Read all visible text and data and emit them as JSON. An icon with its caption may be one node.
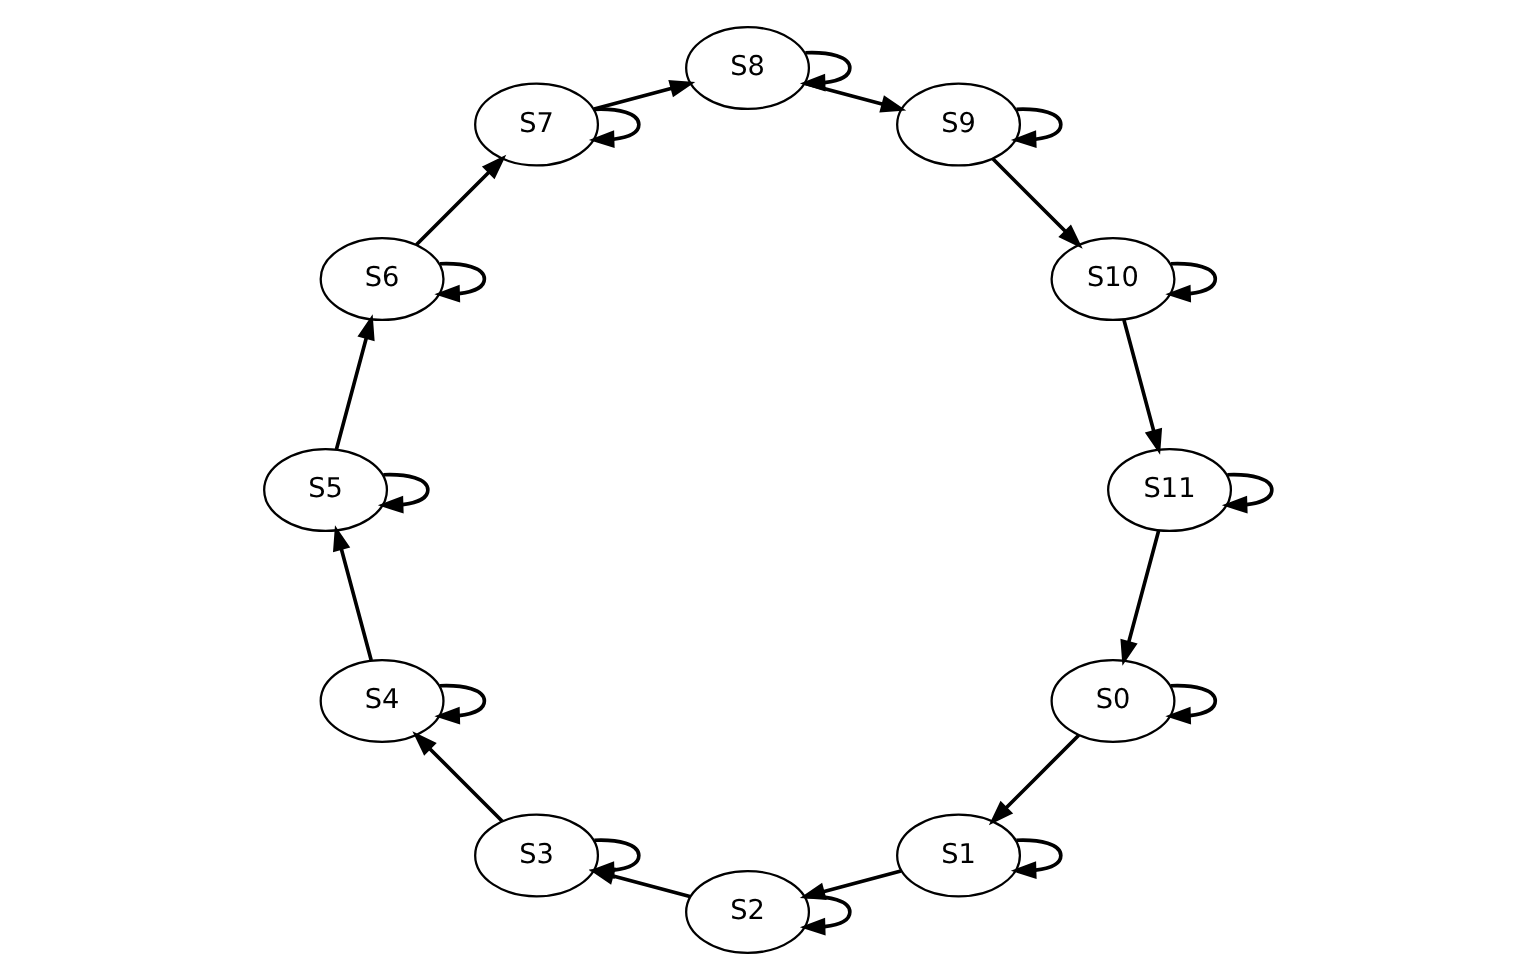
{
  "diagram": {
    "nodes": [
      {
        "text": [
          "S0"
        ]
      },
      {
        "text": [
          "S1"
        ]
      },
      {
        "text": [
          "S2"
        ]
      },
      {
        "text": [
          "S3"
        ]
      },
      {
        "text": [
          "S4"
        ]
      },
      {
        "text": [
          "S5"
        ]
      },
      {
        "text": [
          "S6"
        ]
      },
      {
        "text": [
          "S7"
        ]
      },
      {
        "text": [
          "S8"
        ]
      },
      {
        "text": [
          "S9"
        ]
      },
      {
        "text": [
          "S10"
        ]
      },
      {
        "text": [
          "S11"
        ]
      }
    ],
    "edges": [
      {
        "from": 0,
        "to": 1,
        "arrow": "to"
      },
      {
        "from": 1,
        "to": 2,
        "arrow": "to"
      },
      {
        "from": 2,
        "to": 3,
        "arrow": "to"
      },
      {
        "from": 3,
        "to": 4,
        "arrow": "to"
      },
      {
        "from": 4,
        "to": 5,
        "arrow": "to"
      },
      {
        "from": 5,
        "to": 6,
        "arrow": "to"
      },
      {
        "from": 6,
        "to": 7,
        "arrow": "to"
      },
      {
        "from": 7,
        "to": 8,
        "arrow": "to"
      },
      {
        "from": 8,
        "to": 9,
        "arrow": "to"
      },
      {
        "from": 9,
        "to": 10,
        "arrow": "to"
      },
      {
        "from": 10,
        "to": 11,
        "arrow": "to"
      },
      {
        "from": 11,
        "to": 0,
        "arrow": "to"
      },
      {
        "from": 0,
        "to": 0,
        "arrow": "to"
      },
      {
        "from": 1,
        "to": 1,
        "arrow": "to"
      },
      {
        "from": 2,
        "to": 2,
        "arrow": "to"
      },
      {
        "from": 3,
        "to": 3,
        "arrow": "to"
      },
      {
        "from": 4,
        "to": 4,
        "arrow": "to"
      },
      {
        "from": 5,
        "to": 5,
        "arrow": "to"
      },
      {
        "from": 6,
        "to": 6,
        "arrow": "to"
      },
      {
        "from": 7,
        "to": 7,
        "arrow": "to"
      },
      {
        "from": 8,
        "to": 8,
        "arrow": "to"
      },
      {
        "from": 9,
        "to": 9,
        "arrow": "to"
      },
      {
        "from": 10,
        "to": 10,
        "arrow": "to"
      },
      {
        "from": 11,
        "to": 11,
        "arrow": "to"
      }
    ]
  }
}
